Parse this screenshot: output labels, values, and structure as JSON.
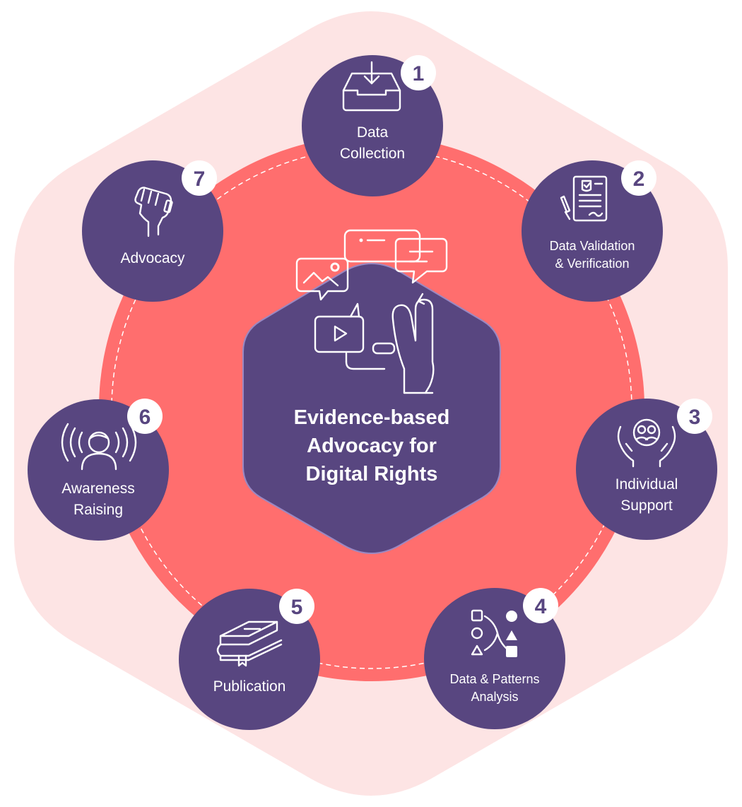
{
  "center": {
    "title_lines": [
      "Evidence-based",
      "Advocacy for",
      "Digital Rights"
    ],
    "icon": "digital-media-hand-icon"
  },
  "steps": [
    {
      "number": "1",
      "label_lines": [
        "Data",
        "Collection"
      ],
      "icon": "inbox-tray-icon"
    },
    {
      "number": "2",
      "label_lines": [
        "Data Validation",
        "& Verification"
      ],
      "icon": "signed-document-icon"
    },
    {
      "number": "3",
      "label_lines": [
        "Individual",
        "Support"
      ],
      "icon": "hands-people-icon"
    },
    {
      "number": "4",
      "label_lines": [
        "Data & Patterns",
        "Analysis"
      ],
      "icon": "shapes-sorting-icon"
    },
    {
      "number": "5",
      "label_lines": [
        "Publication"
      ],
      "icon": "books-icon"
    },
    {
      "number": "6",
      "label_lines": [
        "Awareness",
        "Raising"
      ],
      "icon": "broadcasting-person-icon"
    },
    {
      "number": "7",
      "label_lines": [
        "Advocacy"
      ],
      "icon": "raised-fist-icon"
    }
  ],
  "colors": {
    "outer_hexagon": "#fde4e4",
    "ring": "#ff6e6e",
    "node": "#584680",
    "badge": "#ffffff"
  }
}
